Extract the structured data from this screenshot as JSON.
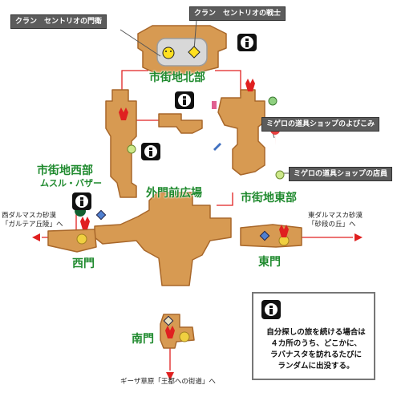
{
  "callouts": {
    "clan_gate": "クラン　セントリオの門衛",
    "clan_warrior": "クラン　セントリオの戦士",
    "item_shop_caller": "ミゲロの道具ショップのよびこみ",
    "item_shop_clerk": "ミゲロの道具ショップの店員"
  },
  "areas": {
    "north": "市街地北部",
    "west": "市街地西部",
    "west_sub": "ムスル・バザー",
    "east": "市街地東部",
    "plaza": "外門前広場",
    "west_gate": "西門",
    "east_gate": "東門",
    "south_gate": "南門"
  },
  "exits": {
    "west_line1": "西ダルマスカ砂漠",
    "west_line2": "「ガルテア丘陵」へ",
    "east_line1": "東ダルマスカ砂漠",
    "east_line2": "「砂段の丘」へ",
    "south": "ギーザ草原「王都への街道」へ"
  },
  "legend": {
    "icon": "info-icon",
    "line1": "自分探しの旅を続ける場合は",
    "line2": "４カ所のうち、どこかに、",
    "line3": "ラバナスタを訪れるたびに",
    "line4": "ランダムに出没する。"
  },
  "colors": {
    "ground": "#d79a52",
    "ground_edge": "#a8672a",
    "route": "#e02020",
    "area_label": "#1f8a2e",
    "callout_bg": "#5c5c5c"
  }
}
